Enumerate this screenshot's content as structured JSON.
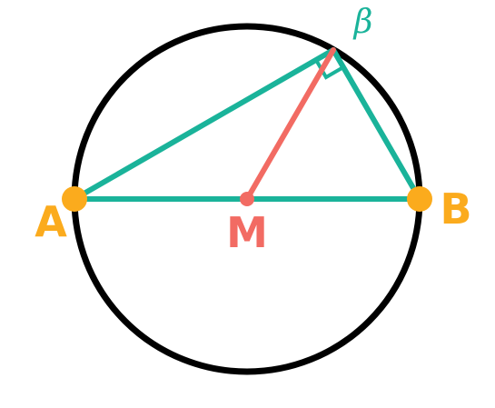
{
  "colors": {
    "circle": "#000000",
    "triangle": "#1ab39a",
    "radius": "#f26b63",
    "endpoints": "#fbab1d",
    "center": "#f26b63",
    "background": "#ffffff"
  },
  "labels": {
    "point_a": "A",
    "point_b": "B",
    "center_m": "M",
    "angle": "β"
  }
}
